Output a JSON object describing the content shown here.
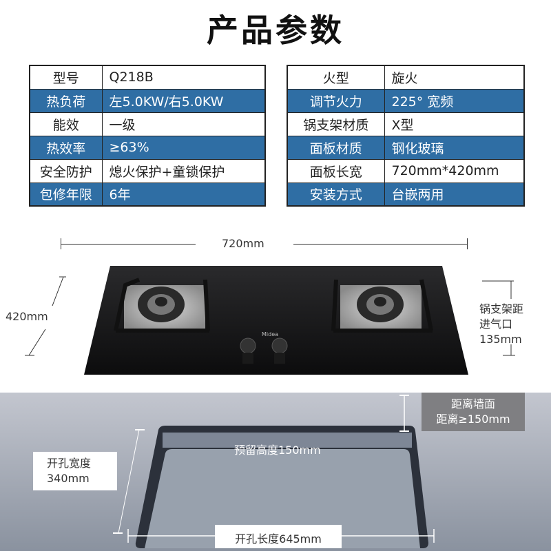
{
  "title": "产品参数",
  "spec_left": [
    {
      "key": "型号",
      "value": "Q218B"
    },
    {
      "key": "热负荷",
      "value": "左5.0KW/右5.0KW"
    },
    {
      "key": "能效",
      "value": "一级"
    },
    {
      "key": "热效率",
      "value": "≥63%"
    },
    {
      "key": "安全防护",
      "value": "熄火保护+童锁保护"
    },
    {
      "key": "包修年限",
      "value": "6年"
    }
  ],
  "spec_right": [
    {
      "key": "火型",
      "value": "旋火"
    },
    {
      "key": "调节火力",
      "value": "225° 宽频"
    },
    {
      "key": "锅支架材质",
      "value": "X型"
    },
    {
      "key": "面板材质",
      "value": "钢化玻璃"
    },
    {
      "key": "面板长宽",
      "value": "720mm*420mm"
    },
    {
      "key": "安装方式",
      "value": "台嵌两用"
    }
  ],
  "diagram": {
    "width_label": "720mm",
    "depth_label": "420mm",
    "brand": "Midea",
    "support_distance": {
      "line1": "锅支架距",
      "line2": "进气口",
      "line3": "135mm"
    }
  },
  "cutout": {
    "wall_distance": {
      "line1": "距离墙面",
      "line2": "距离≥150mm"
    },
    "reserved_height": "预留高度150mm",
    "hole_width": {
      "line1": "开孔宽度",
      "line2": "340mm"
    },
    "hole_length": "开孔长度645mm"
  },
  "colors": {
    "table_blue": "#2f6ea4"
  }
}
